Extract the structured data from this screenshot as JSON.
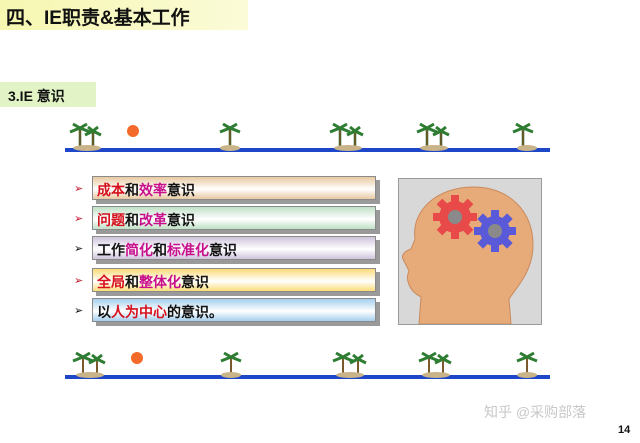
{
  "slide": {
    "title": "四、IE职责&基本工作",
    "subtitle": "3.IE 意识",
    "page_number": "14",
    "watermark": "知乎 @采购部落"
  },
  "items": [
    {
      "parts": [
        {
          "t": "成本",
          "c": "r"
        },
        {
          "t": "和",
          "c": ""
        },
        {
          "t": "效率",
          "c": "m"
        },
        {
          "t": "意识",
          "c": ""
        }
      ],
      "color": "#e8c9a2"
    },
    {
      "parts": [
        {
          "t": "问题",
          "c": "r"
        },
        {
          "t": "和",
          "c": ""
        },
        {
          "t": "改革",
          "c": "m"
        },
        {
          "t": "意识",
          "c": ""
        }
      ],
      "color": "#bfe0c6"
    },
    {
      "parts": [
        {
          "t": "工作",
          "c": ""
        },
        {
          "t": "简化",
          "c": "m"
        },
        {
          "t": "和",
          "c": ""
        },
        {
          "t": "标准化",
          "c": "m"
        },
        {
          "t": "意识",
          "c": ""
        }
      ],
      "color": "#cfc3dc"
    },
    {
      "parts": [
        {
          "t": "全局",
          "c": "r"
        },
        {
          "t": "和",
          "c": ""
        },
        {
          "t": "整体化",
          "c": "m"
        },
        {
          "t": "意识",
          "c": ""
        }
      ],
      "color": "#fbdc78"
    },
    {
      "parts": [
        {
          "t": "以",
          "c": ""
        },
        {
          "t": "人为中心",
          "c": "r"
        },
        {
          "t": "的意识。",
          "c": ""
        }
      ],
      "color": "#a6cfee"
    }
  ],
  "colors": {
    "head": "#e7ab79",
    "gear_left": "#e84a4a",
    "gear_right": "#5a5ad8",
    "sea": "#1e46c8"
  }
}
